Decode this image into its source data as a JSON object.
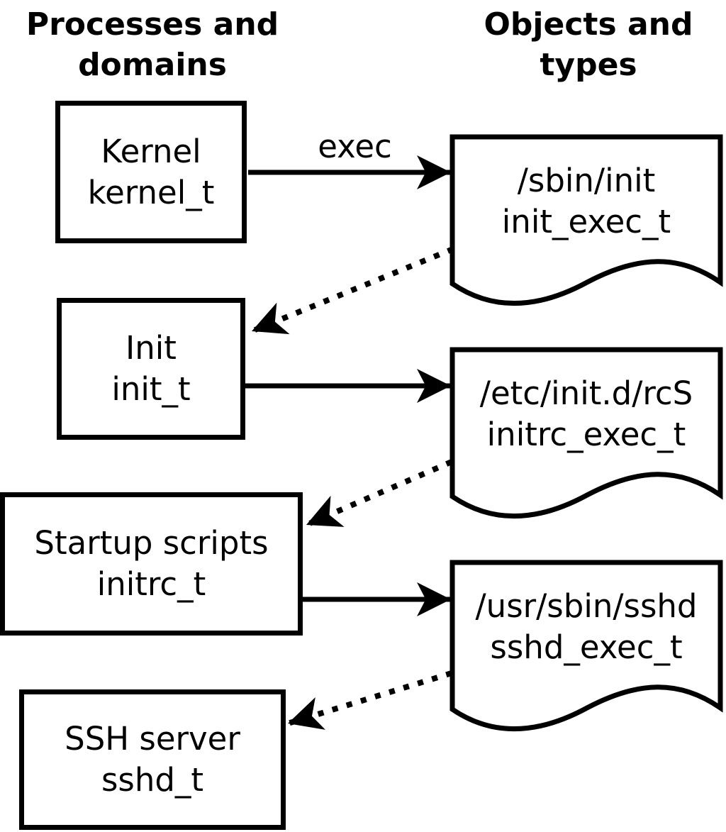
{
  "headers": {
    "left": "Processes and domains",
    "right": "Objects and types"
  },
  "edge_labels": {
    "exec": "exec"
  },
  "processes": [
    {
      "name": "Kernel",
      "type": "kernel_t"
    },
    {
      "name": "Init",
      "type": "init_t"
    },
    {
      "name": "Startup scripts",
      "type": "initrc_t"
    },
    {
      "name": "SSH server",
      "type": "sshd_t"
    }
  ],
  "objects": [
    {
      "path": "/sbin/init",
      "type": "init_exec_t"
    },
    {
      "path": "/etc/init.d/rcS",
      "type": "initrc_exec_t"
    },
    {
      "path": "/usr/sbin/sshd",
      "type": "sshd_exec_t"
    }
  ],
  "colors": {
    "foreground": "#000000",
    "background": "#ffffff"
  }
}
